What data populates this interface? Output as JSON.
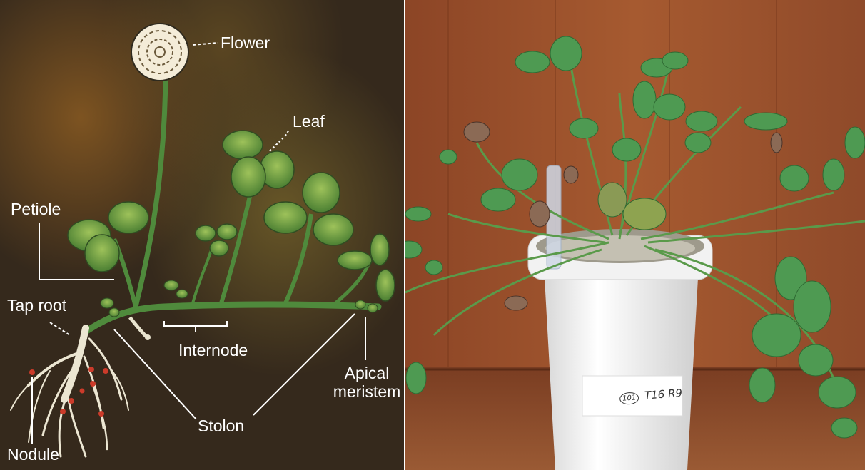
{
  "labels": {
    "flower": "Flower",
    "leaf": "Leaf",
    "petiole": "Petiole",
    "tap_root": "Tap root",
    "internode": "Internode",
    "apical_line1": "Apical",
    "apical_line2": "meristem",
    "stolon": "Stolon",
    "nodule": "Nodule"
  },
  "pot_label": {
    "circle": "101",
    "text": "T16 R9"
  },
  "colors": {
    "diagram_background": "#3b2e1f",
    "stem_green": "#4f8a3c",
    "leaf_green": "#6fa040",
    "label_text": "#ffffff",
    "photo_wall": "#9a4e2a",
    "photo_table": "#8a4a2a",
    "pot_white": "#f1f1f1",
    "clover_green": "#4e9a52"
  }
}
